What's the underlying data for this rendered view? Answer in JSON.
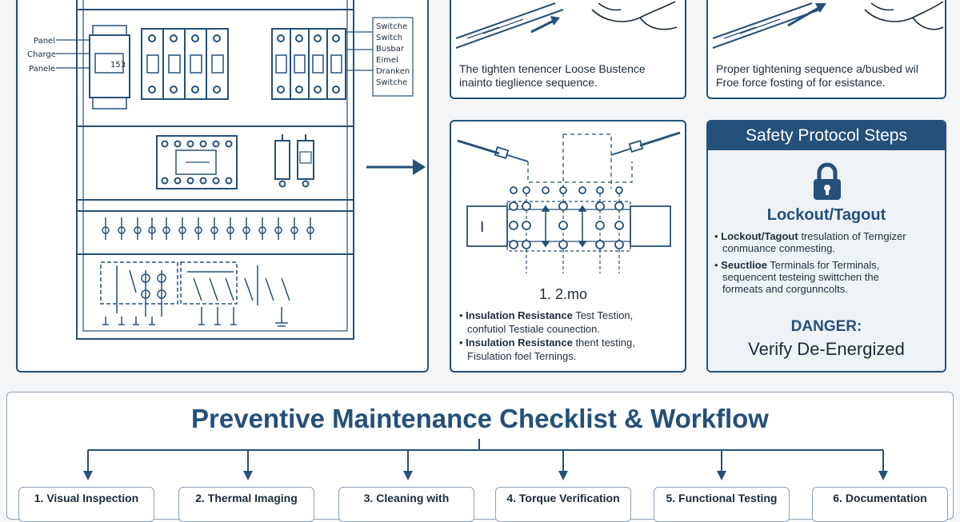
{
  "diagram_panel": {
    "left_labels": [
      "Panel",
      "Charge",
      "Panele"
    ],
    "right_labels": [
      "Switche",
      "Switch",
      "Busbar",
      "Eimel",
      "Dranken",
      "Switche"
    ],
    "breaker_readout": "153"
  },
  "tighten_left": {
    "caption_lines": [
      "The tighten tenencer Loose Bustence",
      "inainto tieglience sequence."
    ]
  },
  "tighten_right": {
    "caption_lines": [
      "Proper tightening sequence a/busbed wil",
      "Froe force fosting of for esistance."
    ]
  },
  "test_panel": {
    "left_tag": "I",
    "measure_label": "1. 2.mo",
    "bullets": [
      {
        "bold": "Insulation Resistance",
        "rest": " Test Testion,",
        "sub": "confutiol Testiale counection."
      },
      {
        "bold": "Insulation Resistance",
        "rest": "  thent testing,",
        "sub": "Fisulation foel Ternings."
      }
    ]
  },
  "safety": {
    "header": "Safety Protocol Steps",
    "lock_icon": "padlock-icon",
    "title": "Lockout/Tagout",
    "bullets": [
      {
        "bold": "Lockout/Tagout",
        "rest": " tresulation of Terngizer",
        "sub": "conmuance conmesting."
      },
      {
        "bold": "Seuctlioe",
        "rest": " Terminals for Terminals,",
        "sub": "sequencent testeing swittchen the",
        "sub2": "formeats and corgunncolts."
      }
    ],
    "danger_label": "DANGER:",
    "danger_text": "Verify De-Energized"
  },
  "checklist": {
    "title": "Preventive Maintenance Checklist & Workflow",
    "steps": [
      "1. Visual Inspection",
      "2. Thermal Imaging",
      "3. Cleaning with",
      "4. Torque Verification",
      "5. Functional Testing",
      "6. Documentation"
    ]
  },
  "colors": {
    "primary": "#24507a",
    "panel_bg": "#ffffff",
    "safety_bg": "#eef3f8"
  }
}
